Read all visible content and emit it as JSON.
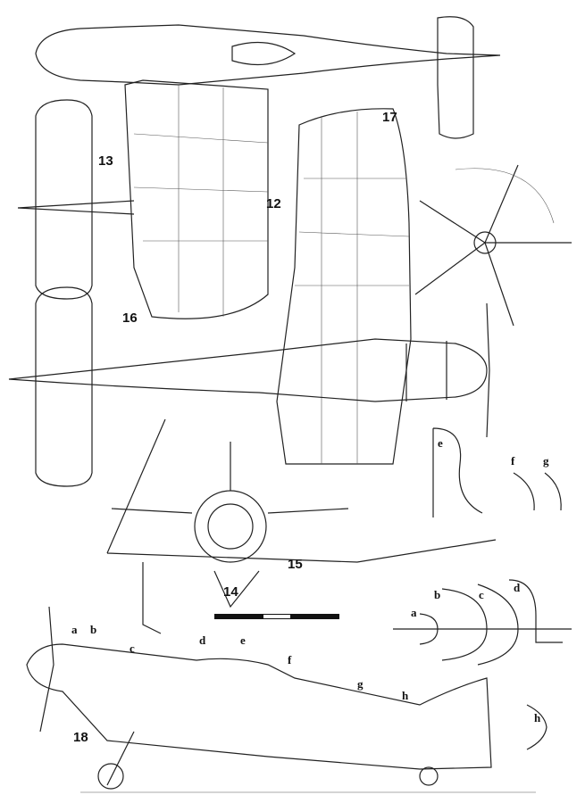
{
  "callouts": {
    "n12": "12",
    "n13": "13",
    "n14": "14",
    "n15": "15",
    "n16": "16",
    "n17": "17",
    "n18": "18"
  },
  "section_labels": {
    "panel": {
      "a": "a",
      "b": "b",
      "c": "c",
      "d": "d",
      "e": "e",
      "f": "f",
      "g": "g",
      "h": "h"
    },
    "side": {
      "a": "a",
      "b": "b",
      "c": "c",
      "d": "d",
      "e": "e",
      "f": "f",
      "g": "g",
      "h": "h"
    }
  },
  "colors": {
    "line": "#222222",
    "background": "#ffffff"
  }
}
